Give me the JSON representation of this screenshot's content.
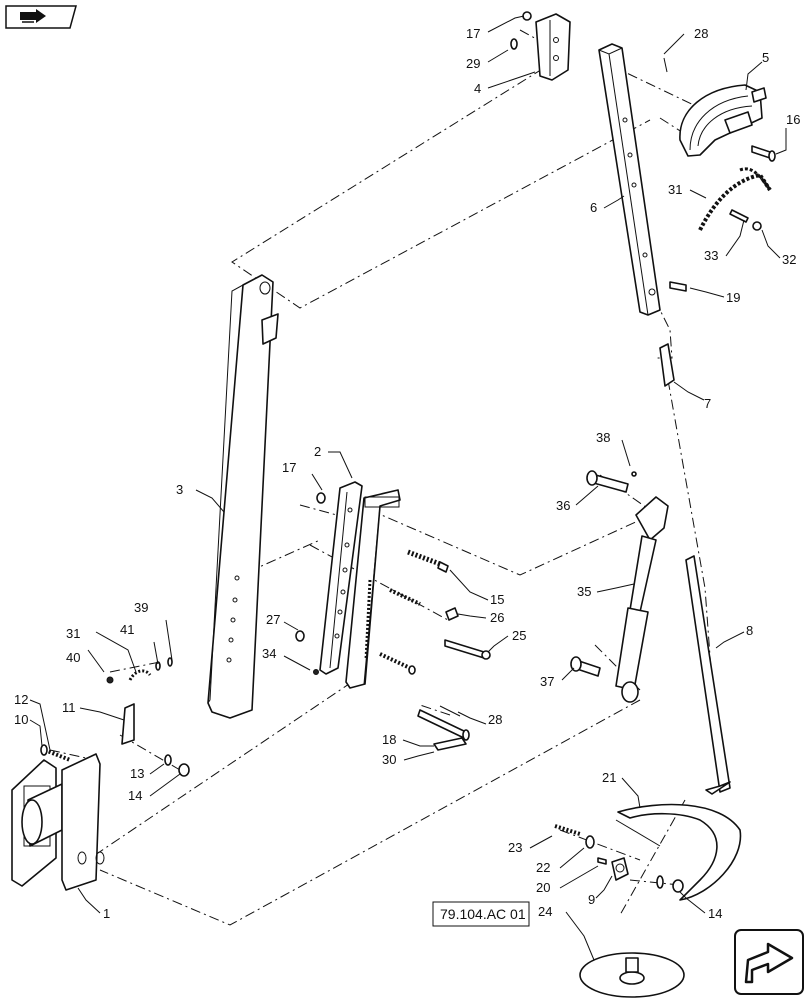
{
  "reference_code": "79.104.AC 01",
  "nav_icons": {
    "top_left": "previous-page-arrow-icon",
    "bottom_right": "next-page-arrow-icon"
  },
  "callouts": {
    "c1": "1",
    "c2": "2",
    "c3": "3",
    "c4": "4",
    "c5": "5",
    "c6": "6",
    "c7": "7",
    "c8": "8",
    "c9": "9",
    "c10": "10",
    "c11": "11",
    "c12": "12",
    "c13": "13",
    "c14a": "14",
    "c14b": "14",
    "c15": "15",
    "c16": "16",
    "c17a": "17",
    "c17b": "17",
    "c18": "18",
    "c19": "19",
    "c20": "20",
    "c21": "21",
    "c22": "22",
    "c23": "23",
    "c24": "24",
    "c25": "25",
    "c26": "26",
    "c27": "27",
    "c28a": "28",
    "c28b": "28",
    "c29": "29",
    "c30": "30",
    "c31a": "31",
    "c31b": "31",
    "c32": "32",
    "c33": "33",
    "c34": "34",
    "c35": "35",
    "c36": "36",
    "c37": "37",
    "c38": "38",
    "c39": "39",
    "c40": "40",
    "c41": "41"
  }
}
